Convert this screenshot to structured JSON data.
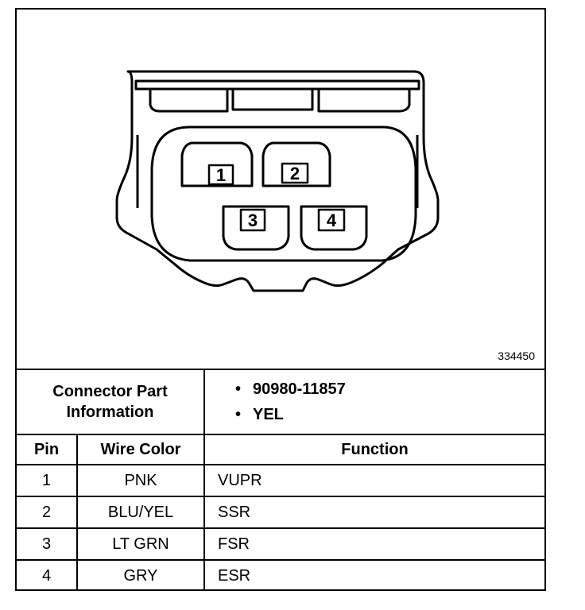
{
  "figure_number": "334450",
  "pins": [
    {
      "label": "1"
    },
    {
      "label": "2"
    },
    {
      "label": "3"
    },
    {
      "label": "4"
    }
  ],
  "connector_info": {
    "label_line1": "Connector Part",
    "label_line2": "Information",
    "items": [
      "90980-11857",
      "YEL"
    ],
    "bullet": "•"
  },
  "table": {
    "headers": [
      "Pin",
      "Wire Color",
      "Function"
    ],
    "rows": [
      {
        "pin": "1",
        "wire_color": "PNK",
        "function": "VUPR"
      },
      {
        "pin": "2",
        "wire_color": "BLU/YEL",
        "function": "SSR"
      },
      {
        "pin": "3",
        "wire_color": "LT GRN",
        "function": "FSR"
      },
      {
        "pin": "4",
        "wire_color": "GRY",
        "function": "ESR"
      }
    ]
  }
}
